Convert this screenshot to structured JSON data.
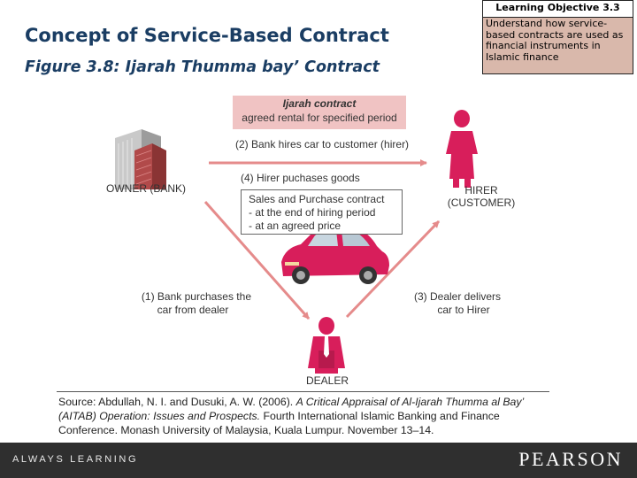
{
  "slide": {
    "title": "Concept of Service-Based Contract",
    "subtitle": "Figure 3.8: Ijarah Thumma bay’ Contract"
  },
  "learning_objective": {
    "heading": "Learning Objective 3.3",
    "text": "Understand how service-based contracts are used as financial instruments in Islamic finance"
  },
  "diagram": {
    "ijarah_box": {
      "title": "Ijarah contract",
      "subtitle": "agreed rental for specified period"
    },
    "step2": "(2) Bank hires car to customer (hirer)",
    "step4": "(4) Hirer puchases goods",
    "sales_box": {
      "title": "Sales and Purchase contract",
      "line1": "- at the end of hiring period",
      "line2": "- at an agreed price"
    },
    "owner_label": "OWNER (BANK)",
    "hirer_label_1": "HIRER",
    "hirer_label_2": "(CUSTOMER)",
    "step1_line1": "(1) Bank purchases the",
    "step1_line2": "car from dealer",
    "step3_line1": "(3) Dealer delivers",
    "step3_line2": "car to Hirer",
    "dealer_label": "DEALER",
    "colors": {
      "accent": "#d81e5b",
      "arrow": "#e58b8b",
      "box_fill": "#f0c3c3"
    }
  },
  "source": {
    "prefix": "Source: Abdullah, N. I. and Dusuki, A. W. (2006). ",
    "italic": "A Critical Appraisal of Al-Ijarah Thumma al Bay’ (AITAB) Operation: Issues and Prospects.",
    "suffix": " Fourth International Islamic Banking and Finance Conference. Monash University of Malaysia, Kuala Lumpur. November 13–14."
  },
  "footer": {
    "always_learning": "ALWAYS LEARNING",
    "brand": "PEARSON"
  }
}
